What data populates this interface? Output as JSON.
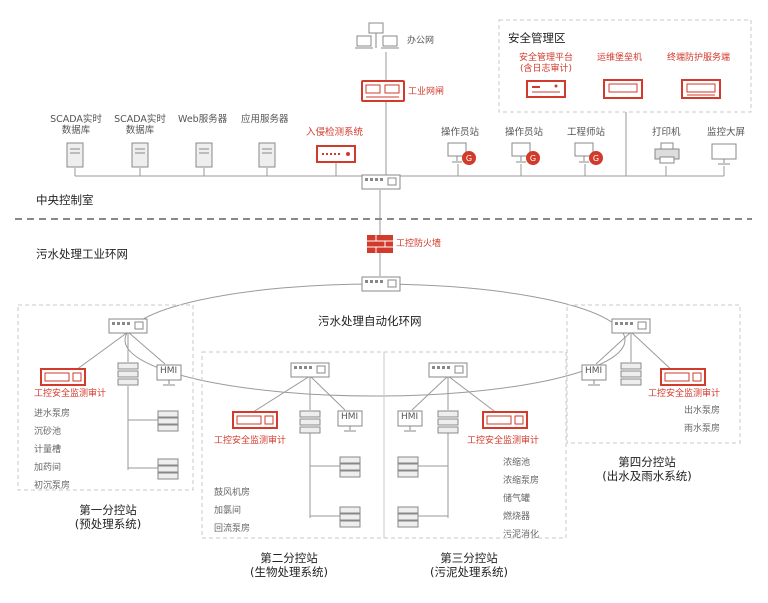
{
  "office_net": "办公网",
  "industrial_gateway": "工业网闸",
  "ids": "入侵检测系统",
  "scada1": [
    "SCADA实时",
    "数据库"
  ],
  "scada2": [
    "SCADA实时",
    "数据库"
  ],
  "web_server": "Web服务器",
  "app_server": "应用服务器",
  "operator1": "操作员站",
  "operator2": "操作员站",
  "engineer": "工程师站",
  "printer": "打印机",
  "monitor": "监控大屏",
  "central_room": "中央控制室",
  "security_zone": {
    "title": "安全管理区",
    "platform": [
      "安全管理平台",
      "(含日志审计)"
    ],
    "bastion": "运维堡垒机",
    "endpoint": "终端防护服务端"
  },
  "sewage_ring": "污水处理工业环网",
  "firewall": "工控防火墙",
  "auto_ring": "污水处理自动化环网",
  "audit_label": "工控安全监测审计",
  "hmi": "HMI",
  "station1": {
    "title": "第一分控站",
    "subtitle": "(预处理系统)",
    "items": [
      "进水泵房",
      "沉砂池",
      "计量槽",
      "加药间",
      "初沉泵房"
    ]
  },
  "station2": {
    "title": "第二分控站",
    "subtitle": "(生物处理系统)",
    "items": [
      "鼓风机房",
      "加氯间",
      "回流泵房"
    ]
  },
  "station3": {
    "title": "第三分控站",
    "subtitle": "(污泥处理系统)",
    "items": [
      "浓缩池",
      "浓缩泵房",
      "储气罐",
      "燃烧器",
      "污泥消化"
    ]
  },
  "station4": {
    "title": "第四分控站",
    "subtitle": "(出水及雨水系统)",
    "items": [
      "出水泵房",
      "雨水泵房"
    ]
  },
  "colors": {
    "accent": "#d23a2c",
    "line": "#9a9a9a",
    "dash": "#c8c8c8"
  }
}
